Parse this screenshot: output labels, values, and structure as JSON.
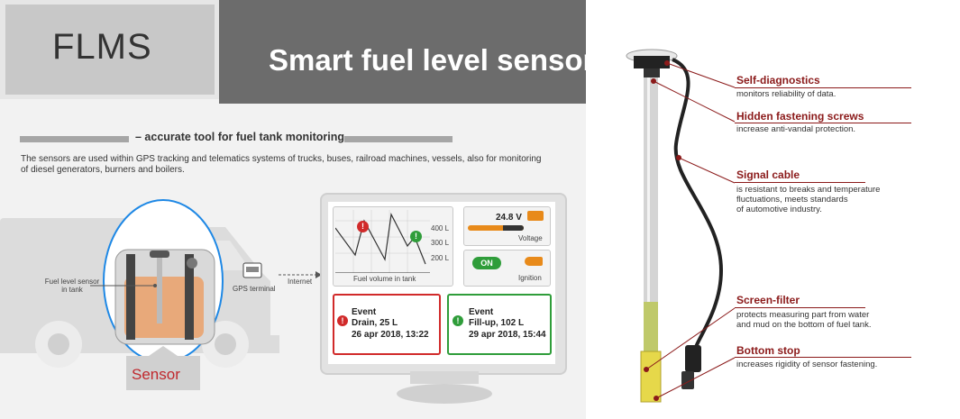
{
  "header": {
    "brand": "FLMS",
    "title": "Smart fuel level sensors"
  },
  "intro": {
    "tagline": "– accurate tool for fuel tank monitoring.",
    "description": "The sensors are used within GPS tracking and telematics systems of trucks, buses, railroad machines, vessels, also for monitoring of diesel generators, burners and boilers."
  },
  "diagram": {
    "fuel_sensor_label": "Fuel level sensor\nin tank",
    "sensor_label": "Sensor",
    "gps_label": "GPS terminal",
    "internet_label": "Internet"
  },
  "monitor": {
    "chart_caption": "Fuel volume in tank",
    "y_ticks": [
      "400 L",
      "300 L",
      "200 L"
    ],
    "voltage_value": "24.8 V",
    "voltage_label": "Voltage",
    "ignition_state": "ON",
    "ignition_label": "Ignition",
    "events": [
      {
        "title": "Event",
        "type": "Drain, 25 L",
        "date": "26 apr 2018, 13:22",
        "color": "#d12a2a"
      },
      {
        "title": "Event",
        "type": "Fill-up, 102 L",
        "date": "29 apr 2018, 15:44",
        "color": "#2f9d3a"
      }
    ]
  },
  "features": [
    {
      "title": "Self-diagnostics",
      "desc": "monitors reliability of data."
    },
    {
      "title": "Hidden fastening screws",
      "desc": "increase anti-vandal protection."
    },
    {
      "title": "Signal cable",
      "desc": "is resistant to breaks and temperature\nfluctuations, meets standards\nof automotive industry."
    },
    {
      "title": "Screen-filter",
      "desc": "protects measuring part from water\nand mud on the bottom of fuel tank."
    },
    {
      "title": "Bottom stop",
      "desc": "increases rigidity of sensor fastening."
    }
  ],
  "colors": {
    "accent": "#8b1a1a",
    "header_dark": "#6c6c6c",
    "event_red": "#d12a2a",
    "event_green": "#2f9d3a",
    "orange": "#e88a1a"
  }
}
